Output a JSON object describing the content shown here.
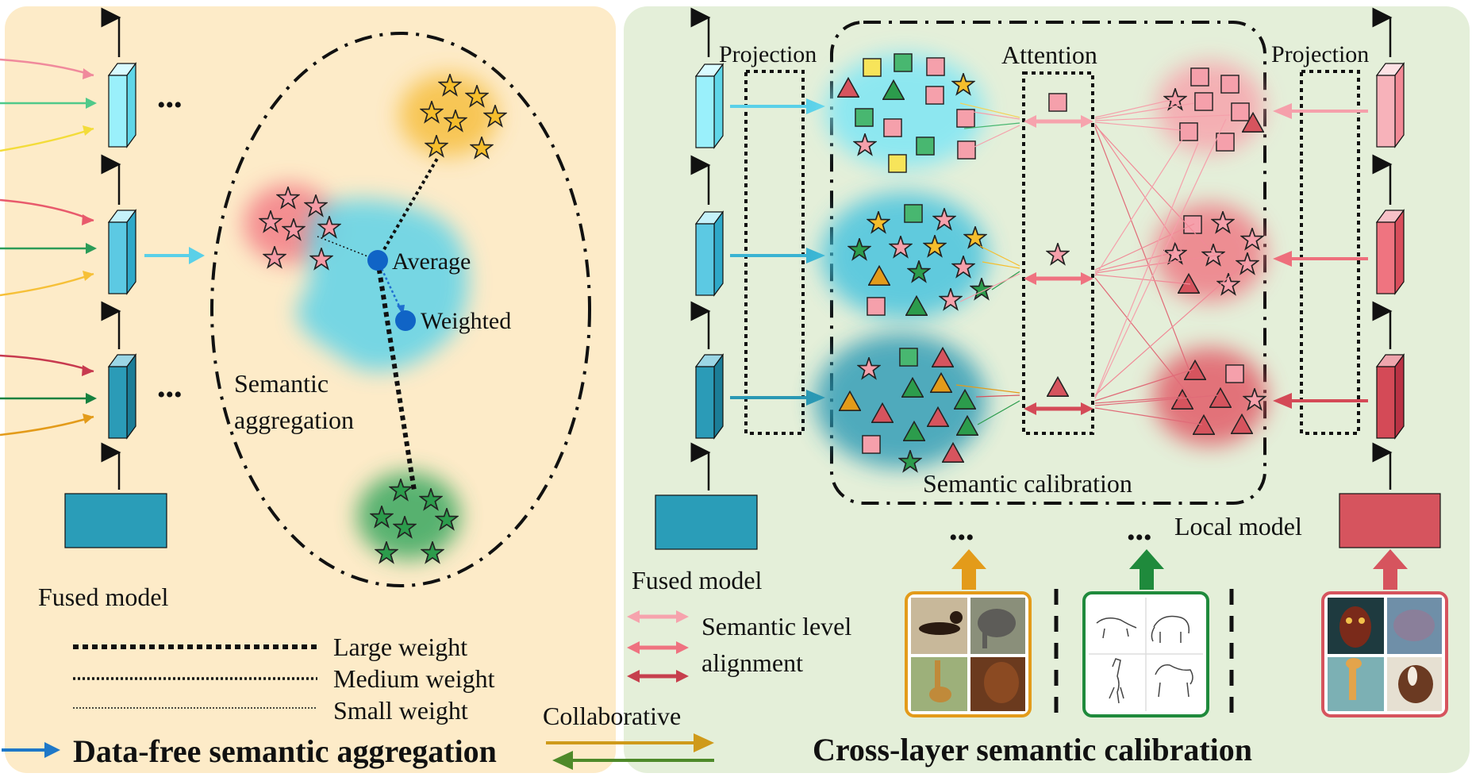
{
  "left_panel": {
    "semantic_aggregation": [
      "Semantic",
      "aggregation"
    ],
    "average": "Average",
    "weighted": "Weighted",
    "fused_model": "Fused model",
    "legend": {
      "large": "Large weight",
      "medium": "Medium weight",
      "small": "Small weight"
    },
    "title": "Data-free semantic aggregation",
    "ellipsis": "•••"
  },
  "middle": {
    "collaborative": "Collaborative"
  },
  "right_panel": {
    "projection": "Projection",
    "attention": "Attention",
    "semantic_calibration": "Semantic calibration",
    "local_model": "Local model",
    "fused_model": "Fused model",
    "alignment": [
      "Semantic level",
      "alignment"
    ],
    "title": "Cross-layer semantic calibration",
    "ellipsis": "•••"
  },
  "images": {
    "photo_set": [
      "dog",
      "elephant",
      "giraffe",
      "horse"
    ],
    "sketch_set": [
      "dog",
      "elephant",
      "giraffe",
      "horse"
    ],
    "painting_set": [
      "dog",
      "elephant",
      "giraffe",
      "horse"
    ]
  },
  "colors": {
    "left_bg": "#fdebc8",
    "right_bg": "#e4efd9",
    "teal": "#2a9db8",
    "cyan": "#8ee8f6",
    "red": "#d6545e",
    "pink": "#f5a0ab",
    "green": "#3a8d4e",
    "yellow": "#f7e45a",
    "orange": "#e39b1a"
  }
}
